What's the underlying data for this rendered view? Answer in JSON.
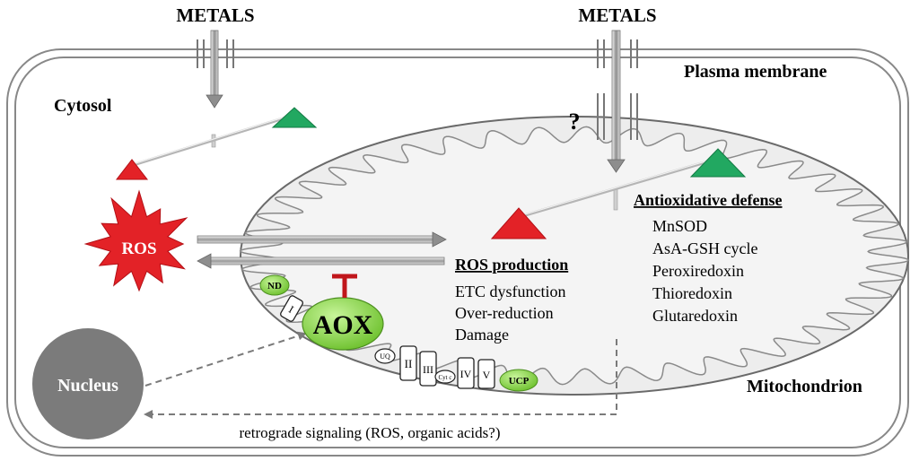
{
  "metals_label_left": "METALS",
  "metals_label_right": "METALS",
  "plasma_membrane_label": "Plasma membrane",
  "cytosol_label": "Cytosol",
  "mitochondrion_label": "Mitochondrion",
  "nucleus_label": "Nucleus",
  "ros_label": "ROS",
  "unknown_transport_mark": "?",
  "aox_label": "AOX",
  "nd_label": "ND",
  "ucp_label": "UCP",
  "complexes": {
    "I": "I",
    "II": "II",
    "III": "III",
    "IV": "IV",
    "V": "V",
    "uq": "UQ",
    "cytc": "Cyt c"
  },
  "ros_production": {
    "title": "ROS production",
    "items": [
      "ETC dysfunction",
      "Over-reduction",
      "Damage"
    ]
  },
  "antioxidative_defense": {
    "title": "Antioxidative defense",
    "items": [
      "MnSOD",
      "AsA-GSH cycle",
      "Peroxiredoxin",
      "Thioredoxin",
      "Glutaredoxin"
    ]
  },
  "retrograde_label": "retrograde signaling (ROS, organic acids?)",
  "colors": {
    "ros_red": "#e32227",
    "defense_green": "#22a861",
    "complex_green": "#8ed84b",
    "nucleus_gray": "#7b7b7b",
    "inhibit_red": "#c0161b"
  }
}
